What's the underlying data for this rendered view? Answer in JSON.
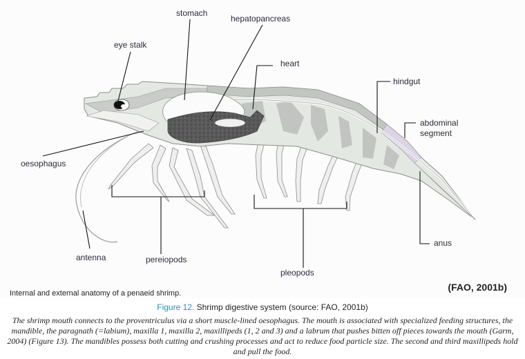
{
  "diagram": {
    "title": "Internal and external anatomy of a penaeid shrimp.",
    "credit": "(FAO, 2001b)",
    "labels": {
      "stomach": "stomach",
      "hepatopancreas": "hepatopancreas",
      "eye_stalk": "eye stalk",
      "heart": "heart",
      "hindgut": "hindgut",
      "abdominal_segment_line1": "abdominal",
      "abdominal_segment_line2": "segment",
      "oesophagus": "oesophagus",
      "antenna": "antenna",
      "pereiopods": "pereiopods",
      "pleopods": "pleopods",
      "anus": "anus"
    },
    "colors": {
      "body_fill": "#e4e8e2",
      "body_dark": "#a9aba8",
      "hepatopancreas_fill": "#555555",
      "abdominal_segment_tint": "#dcd4e4",
      "leader_line": "#111111"
    }
  },
  "caption": {
    "figure_number": "Figure 12.",
    "text": " Shrimp digestive system (source: FAO, 2001b)"
  },
  "body_text": "The shrimp mouth connects to the proventriculus via a short muscle-lined oesophagus. The mouth is associated with specialized feeding structures, the mandible, the paragnath (=labium), maxilla 1, maxilla 2, maxillipeds (1, 2 and 3) and a labrum that pushes bitten off pieces towards the mouth (Garm, 2004) (Figure 13). The mandibles possess both cutting and crushing processes and act to reduce food particle size. The second and third maxillipeds hold and pull the food."
}
